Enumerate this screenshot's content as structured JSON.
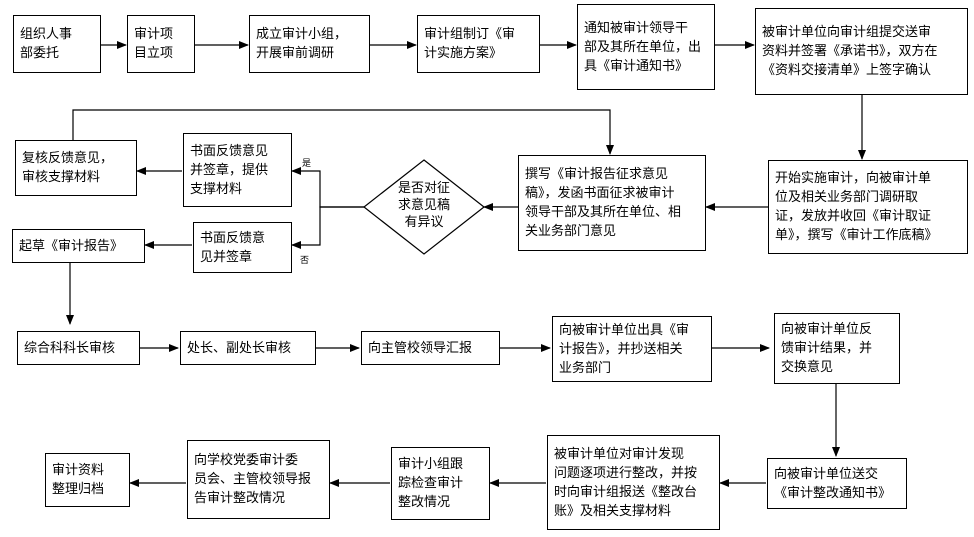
{
  "nodes": {
    "n1": "组织人事\n部委托",
    "n2": "审计项\n目立项",
    "n3": "成立审计小组，\n开展审前调研",
    "n4": "审计组制订《审\n计实施方案》",
    "n5": "通知被审计领导干\n部及其所在单位，出\n具《审计通知书》",
    "n6": "被审计单位向审计组提交送审\n资料并签署《承诺书》，双方在\n《资料交接清单》上签字确认",
    "n7": "开始实施审计，向被审计单\n位及相关业务部门调研取\n证，发放并收回《审计取证\n单》，撰写《审计工作底稿》",
    "n8": "撰写《审计报告征求意见\n稿》，发函书面征求被审计\n领导干部及其所在单位、相\n关业务部门意见",
    "diamond": "是否对征\n求意见稿\n有异议",
    "n9": "书面反馈意见\n并签章，提供\n支撑材料",
    "n10": "书面反馈意\n见并签章",
    "n11": "复核反馈意见，\n审核支撑材料",
    "n12": "起草《审计报告》",
    "n13": "综合科科长审核",
    "n14": "处长、副处长审核",
    "n15": "向主管校领导汇报",
    "n16": "向被审计单位出具《审\n计报告》，并抄送相关\n业务部门",
    "n17": "向被审计单位反\n馈审计结果，并\n交换意见",
    "n18": "向被审计单位送交\n《审计整改通知书》",
    "n19": "被审计单位对审计发现\n问题逐项进行整改，并按\n时向审计组报送《整改台\n账》及相关支撑材料",
    "n20": "审计小组跟\n踪检查审计\n整改情况",
    "n21": "向学校党委审计委\n员会、主管校领导报\n告审计整改情况",
    "n22": "审计资料\n整理归档"
  },
  "labels": {
    "yes": "是",
    "no": "否"
  }
}
